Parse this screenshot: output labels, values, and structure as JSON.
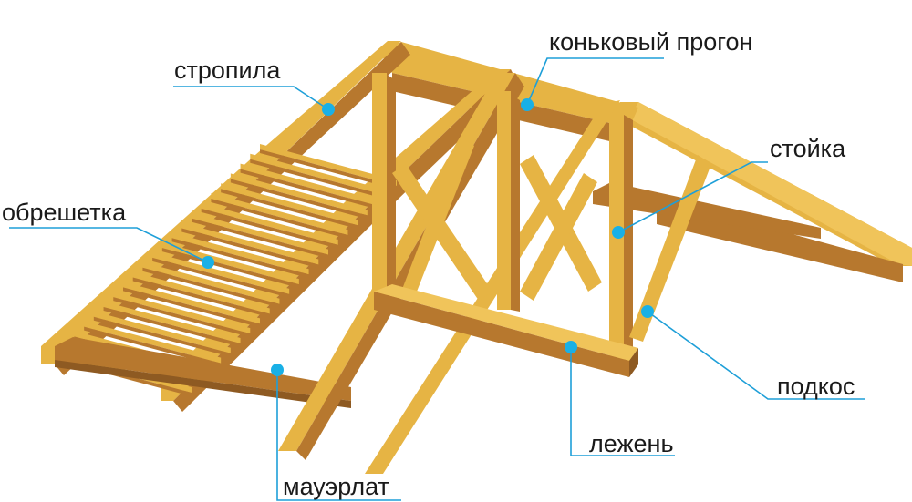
{
  "labels": {
    "stropila": "стропила",
    "konkovyi_progon": "коньковый прогон",
    "stoika": "стойка",
    "obreshetka": "обрешетка",
    "podkos": "подкос",
    "lezhen": "лежень",
    "mauerlat": "мауэрлат"
  },
  "colors": {
    "wood_front": "#E6B444",
    "wood_side": "#B7782E",
    "wood_dark": "#8E5A22",
    "wood_light": "#F0C45A",
    "leader": "#1E9FD8",
    "dot": "#19B0E6"
  }
}
